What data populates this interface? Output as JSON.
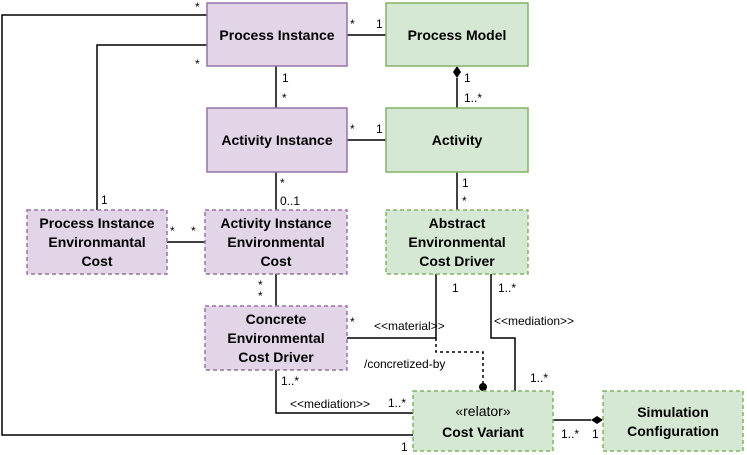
{
  "nodes": {
    "process_instance": {
      "lines": [
        "Process Instance"
      ],
      "color": "#e1d5e7",
      "border": "#9673a6"
    },
    "process_model": {
      "lines": [
        "Process Model"
      ],
      "color": "#d5e8d4",
      "border": "#82b366"
    },
    "activity_instance": {
      "lines": [
        "Activity Instance"
      ],
      "color": "#e1d5e7",
      "border": "#9673a6"
    },
    "activity": {
      "lines": [
        "Activity"
      ],
      "color": "#d5e8d4",
      "border": "#82b366"
    },
    "pi_env_cost": {
      "lines": [
        "Process Instance",
        "Environmantal",
        "Cost"
      ],
      "color": "#e1d5e7",
      "border": "#9673a6"
    },
    "ai_env_cost": {
      "lines": [
        "Activity Instance",
        "Environmental",
        "Cost"
      ],
      "color": "#e1d5e7",
      "border": "#9673a6"
    },
    "abstract_driver": {
      "lines": [
        "Abstract",
        "Environmental",
        "Cost Driver"
      ],
      "color": "#d5e8d4",
      "border": "#82b366"
    },
    "concrete_driver": {
      "lines": [
        "Concrete",
        "Environmental",
        "Cost Driver"
      ],
      "color": "#e1d5e7",
      "border": "#9673a6"
    },
    "cost_variant": {
      "stereotype": "«relator»",
      "lines": [
        "Cost Variant"
      ],
      "color": "#d5e8d4",
      "border": "#82b366"
    },
    "simulation_config": {
      "lines": [
        "Simulation",
        "Configuration"
      ],
      "color": "#d5e8d4",
      "border": "#82b366"
    }
  },
  "multiplicities": {
    "pi_pm_left": "*",
    "pi_pm_right": "1",
    "pi_top_left": "*",
    "pi_left_low": "*",
    "pi_ai_top": "1",
    "pi_ai_bottom": "*",
    "pm_act_top": "1",
    "pm_act_bottom": "1..*",
    "ai_act_left": "*",
    "ai_act_right": "1",
    "piec_pi": "1",
    "piec_aiec_left": "*",
    "piec_aiec_right": "*",
    "ai_aiec_top": "*",
    "ai_aiec_bottom": "0..1",
    "aiec_ced_top": "*",
    "aiec_ced_bottom": "*",
    "act_aecd_top": "1",
    "act_aecd_bottom": "*",
    "aecd_material": "1",
    "aecd_mediation": "1..*",
    "ced_material": "*",
    "ced_mediation": "1..*",
    "cv_mediation_left": "1..*",
    "cv_mediation_right": "1..*",
    "cv_bottom_left": "1",
    "cv_sim": "1..*",
    "sim_cv": "1"
  },
  "edge_labels": {
    "material": "<<material>>",
    "mediation_right": "<<mediation>>",
    "mediation_left": "<<mediation>>",
    "concretized_by": "/concretized-by"
  }
}
